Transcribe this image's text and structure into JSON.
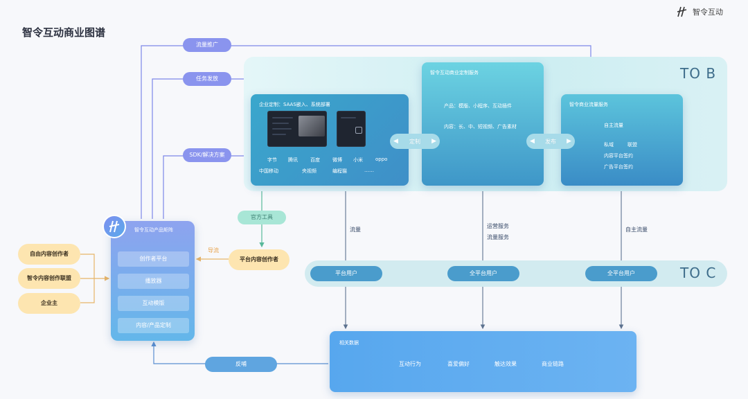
{
  "page": {
    "title": "智令互动商业图谱",
    "brand": "智令互动"
  },
  "bands": {
    "tob": "TO B",
    "toc": "TO C"
  },
  "enterprise": {
    "title": "企业定制：SAAS嵌入、系统部署",
    "row1": [
      "字节",
      "腾讯",
      "百度",
      "微博",
      "小米",
      "oppo"
    ],
    "row2": [
      "中国移动",
      "央视频",
      "编程猫",
      "……"
    ]
  },
  "custom_service": {
    "title": "智令互动商业定制服务",
    "products": "产品：模版、小程序、互动插件",
    "content": "内容：长、中、短视频、广告素材"
  },
  "traffic_service": {
    "title": "智令商业流量服务",
    "items": [
      "自主流量",
      "私域",
      "联盟",
      "内容平台签约",
      "广告平台签约"
    ]
  },
  "matrix": {
    "title": "智令互动产品矩阵",
    "items": [
      "创作者平台",
      "播放器",
      "互动模版",
      "内容/产品定制"
    ]
  },
  "data_card": {
    "title": "相关数据",
    "items": [
      "互动行为",
      "喜爱偏好",
      "触达效果",
      "商业链路"
    ]
  },
  "pills": {
    "traffic_promo": "流量推广",
    "task_dispatch": "任务发放",
    "sdk": "SDK/解决方案",
    "official_tool": "官方工具",
    "platform_creator": "平台内容创作者",
    "feedback": "反哺"
  },
  "arrow_pills": {
    "custom": "定制",
    "publish": "发布"
  },
  "flow_labels": {
    "traffic": "流量",
    "ops_service": "运营服务",
    "traffic_service": "流量服务",
    "self_traffic": "自主流量",
    "guide": "导流"
  },
  "toc_users": [
    "平台用户",
    "全平台用户",
    "全平台用户"
  ],
  "creators": [
    "自由内容创作者",
    "智令内容创作联盟",
    "企业主"
  ]
}
